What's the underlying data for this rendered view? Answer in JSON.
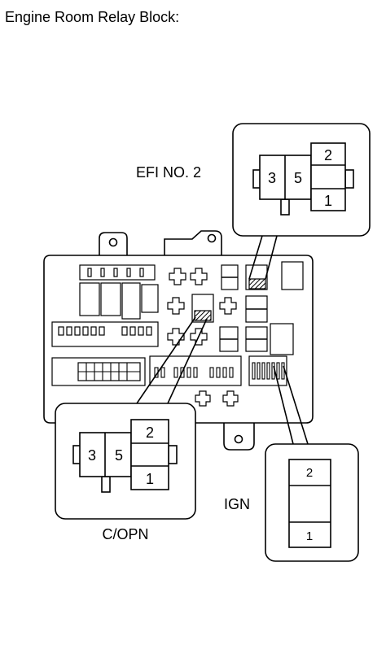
{
  "title": "Engine Room Relay Block:",
  "labels": {
    "efi": "EFI NO. 2",
    "copn": "C/OPN",
    "ign": "IGN"
  },
  "efi_relay": {
    "pins": [
      "3",
      "5",
      "2",
      "1"
    ]
  },
  "copn_relay": {
    "pins": [
      "3",
      "5",
      "2",
      "1"
    ]
  },
  "ign_relay": {
    "pins": [
      "2",
      "1"
    ]
  }
}
